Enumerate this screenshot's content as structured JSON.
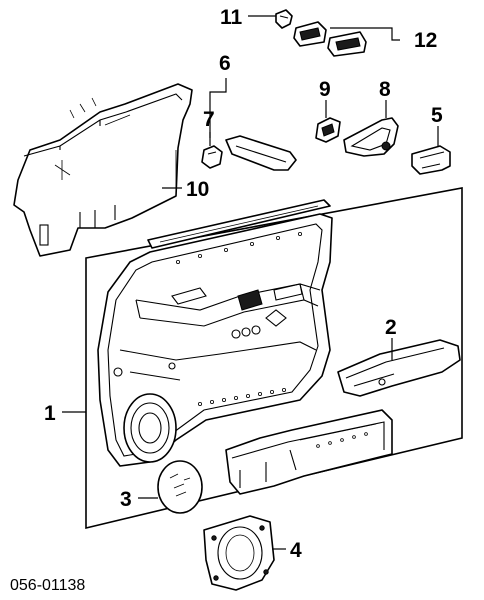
{
  "diagram": {
    "part_code": "056-01138",
    "callouts": {
      "c1": "1",
      "c2": "2",
      "c3": "3",
      "c4": "4",
      "c5": "5",
      "c6": "6",
      "c7": "7",
      "c8": "8",
      "c9": "9",
      "c10": "10",
      "c11": "11",
      "c12": "12"
    }
  }
}
